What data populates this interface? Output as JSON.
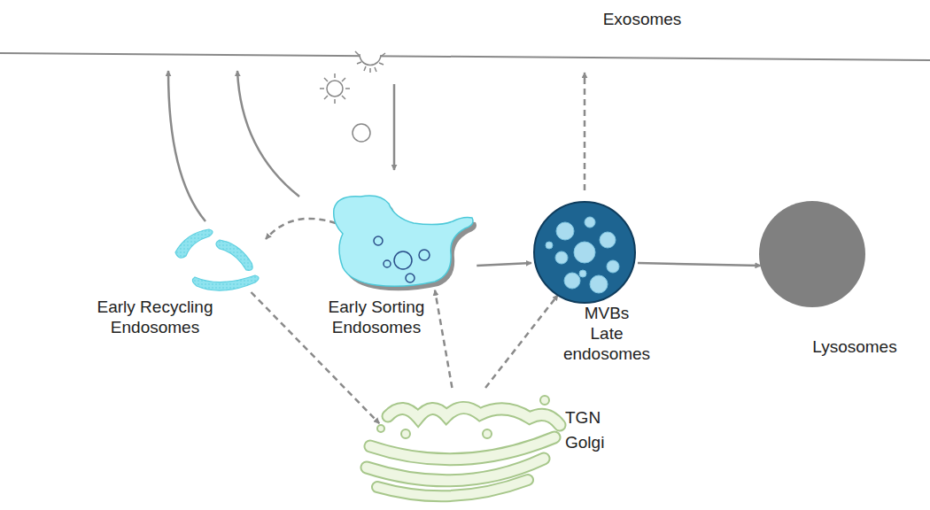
{
  "diagram": {
    "nodes": [
      {
        "text": [
          "Early Recycling Endosomes"
        ]
      },
      {
        "text": [
          "Early Sorting Endosomes"
        ]
      },
      {
        "text": [
          "MVBs",
          "Late endosomes"
        ]
      },
      {
        "text": [
          "Lysosomes"
        ]
      },
      {
        "text": [
          "TGN",
          "Golgi"
        ]
      }
    ],
    "edges": [
      {
        "from": 1,
        "to": 0,
        "arrow": "to"
      },
      {
        "from": 1,
        "to": 2,
        "arrow": "to"
      },
      {
        "from": 2,
        "to": 3,
        "arrow": "to"
      },
      {
        "from": 0,
        "to": 4,
        "arrow": "to"
      },
      {
        "from": 4,
        "to": 1,
        "arrow": "to"
      },
      {
        "from": 4,
        "to": 2,
        "arrow": "to"
      }
    ],
    "labels": [
      "Exosomes"
    ]
  }
}
